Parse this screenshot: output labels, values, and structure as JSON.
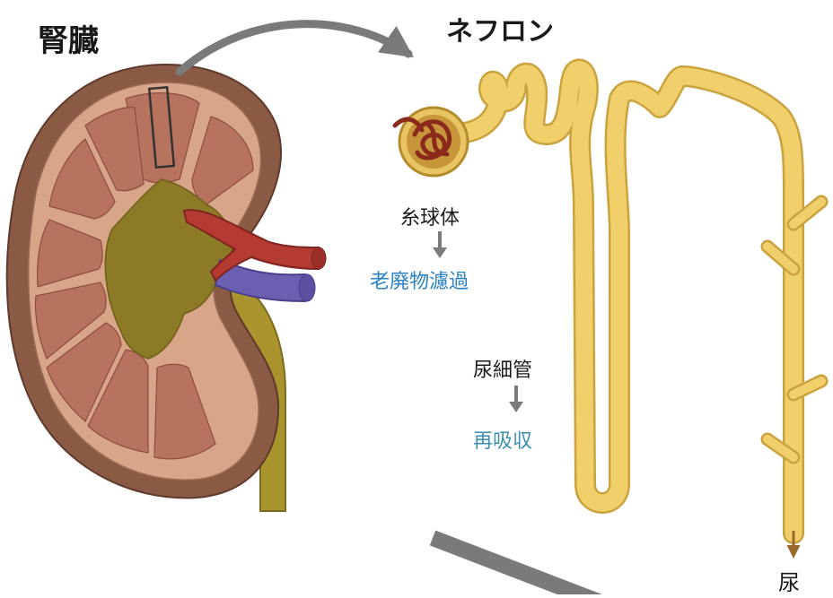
{
  "kidney": {
    "title": "腎臓"
  },
  "nephron": {
    "title": "ネフロン"
  },
  "glomerulus": {
    "label": "糸球体",
    "function": "老廃物濾過"
  },
  "tubule": {
    "label": "尿細管",
    "function": "再吸収"
  },
  "output": {
    "label": "尿"
  },
  "colors": {
    "function_text": "#2b82c4",
    "reabsorption_text": "#3a8fb0",
    "nephron_fill": "#f1cf6a",
    "nephron_outline": "#caa23e",
    "kidney_capsule": "#8b5a44",
    "kidney_cortex": "#d9a588",
    "pyramid": "#b8735e",
    "pelvis": "#8c7a26",
    "artery": "#b53a32",
    "vein": "#6a5fb0",
    "ureter": "#a9942e",
    "arrow": "#7a7a7a"
  },
  "icons": [
    "curved-arrow-icon",
    "down-arrow-icon",
    "glomerulus-icon"
  ]
}
